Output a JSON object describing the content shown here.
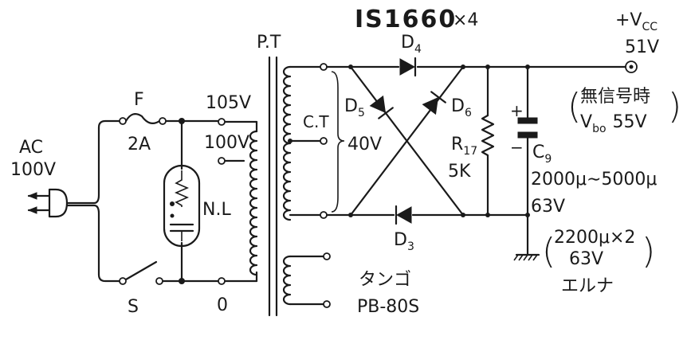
{
  "title": {
    "part": "IS1660",
    "qty": "×4"
  },
  "output": {
    "vcc_main": "+V",
    "vcc_sub": "CC",
    "value": "51V",
    "paren_open": "(",
    "paren_close": ")",
    "idle_label": "無信号時",
    "vbo_main": "V",
    "vbo_sub": "bo",
    "vbo_value": "55V"
  },
  "input": {
    "ac_label": "AC",
    "ac_voltage": "100V"
  },
  "fuse": {
    "name": "F",
    "rating": "2A"
  },
  "switch": {
    "name": "S"
  },
  "neon_lamp": {
    "name": "N.L"
  },
  "transformer": {
    "name": "P.T",
    "tap_105": "105V",
    "tap_100": "100V",
    "tap_0": "0",
    "center_tap": "C.T",
    "secondary": "40V",
    "maker": "タンゴ",
    "model": "PB-80S"
  },
  "diodes": {
    "d4_main": "D",
    "d4_sub": "4",
    "d5_main": "D",
    "d5_sub": "5",
    "d6_main": "D",
    "d6_sub": "6",
    "d3_main": "D",
    "d3_sub": "3"
  },
  "resistor": {
    "name_main": "R",
    "name_sub": "17",
    "value": "5K"
  },
  "capacitor": {
    "plus": "+",
    "minus": "−",
    "name_main": "C",
    "name_sub": "9",
    "range": "2000μ∼5000μ",
    "voltage": "63V",
    "paren_open": "(",
    "paren_close": ")",
    "alt": "2200μ×2",
    "alt_voltage": "63V",
    "brand": "エルナ"
  },
  "colors": {
    "ink": "#1a1a1a",
    "paper": "#ffffff"
  }
}
